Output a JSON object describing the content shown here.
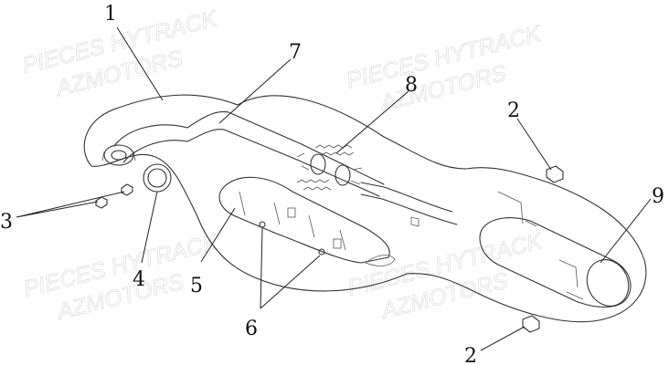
{
  "diagram": {
    "callouts": [
      "1",
      "2",
      "2",
      "3",
      "4",
      "5",
      "6",
      "7",
      "8",
      "9"
    ],
    "watermarks": [
      {
        "line1": "PIECES HYTRACK",
        "line2": "AZMOTORS"
      },
      {
        "line1": "PIECES HYTRACK",
        "line2": "AZMOTORS"
      },
      {
        "line1": "PIECES HYTRACK",
        "line2": "AZMOTORS"
      },
      {
        "line1": "PIECES HYTRACK",
        "line2": "AZMOTORS"
      }
    ]
  }
}
